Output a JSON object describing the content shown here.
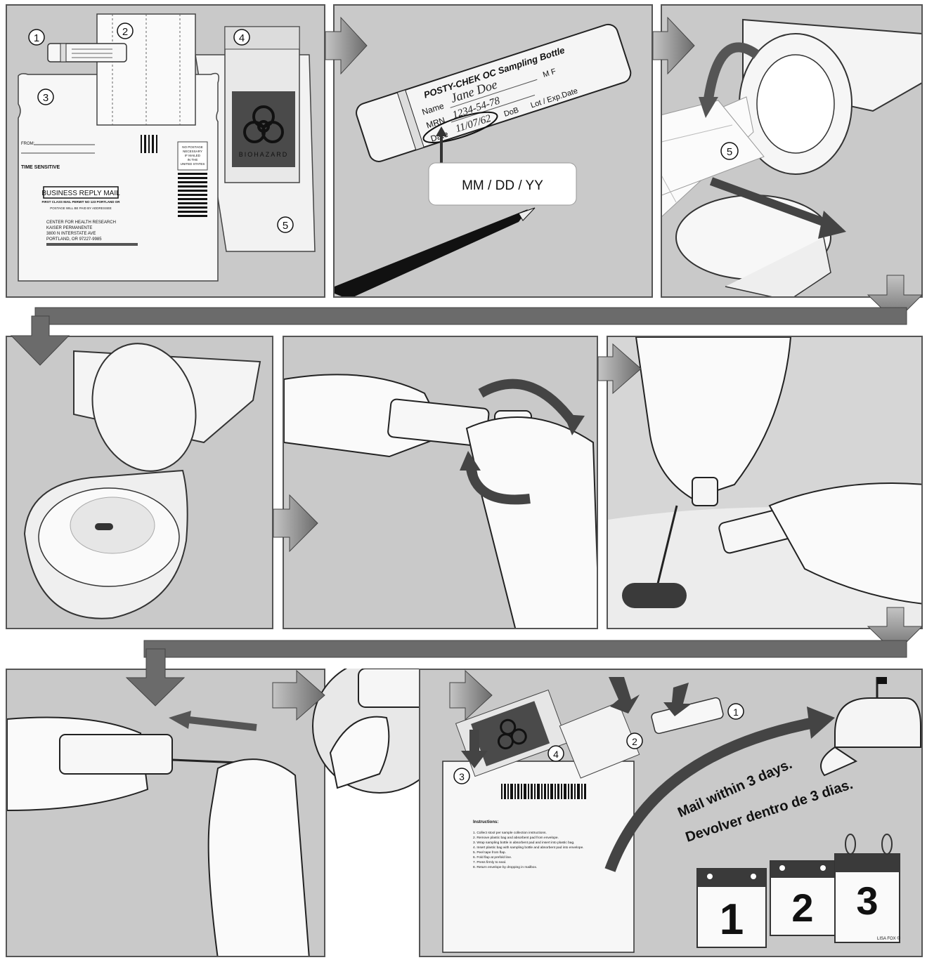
{
  "panel1": {
    "item_numbers": [
      "1",
      "2",
      "3",
      "4",
      "5"
    ],
    "envelope": {
      "from_label": "FROM:",
      "time_sensitive": "TIME SENSITIVE",
      "business_reply": "BUSINESS REPLY MAIL",
      "permit_line": "FIRST CLASS MAIL   PERMIT NO 123   PORTLAND OR",
      "postage_line": "POSTAGE WILL BE PAID BY ADDRESSEE",
      "address_lines": [
        "CENTER FOR HEALTH RESEARCH",
        "KAISER PERMANENTE",
        "3800 N INTERSTATE AVE",
        "PORTLAND, OR 97227-9985"
      ],
      "no_postage": [
        "NO POSTAGE",
        "NECESSARY",
        "IF MAILED",
        "IN THE",
        "UNITED STATES"
      ]
    },
    "bag_label": "BIOHAZARD"
  },
  "panel2": {
    "bottle_title": "POSTY-CHEK OC Sampling Bottle",
    "field_name_label": "Name",
    "field_name_value": "Jane Doe",
    "field_mrn_label": "MRN",
    "field_mrn_value": "1234-54-78",
    "field_sex": "M  F",
    "field_date_label": "Date",
    "field_date_value": "11/07/62",
    "field_dob": "DoB",
    "field_lot": "Lot / Exp.Date",
    "date_format": "MM / DD / YY"
  },
  "panel3": {
    "pad_number": "5"
  },
  "panel9": {
    "item_numbers": [
      "1",
      "2",
      "3",
      "4"
    ],
    "envelope_heading": "Instructions:",
    "instructions": [
      "1. Collect stool per sample collection instructions.",
      "2. Remove plastic bag and absorbent pad from envelope.",
      "3. Wrap sampling bottle in absorbent pad and insert into plastic bag.",
      "4. Insert plastic bag with sampling bottle and absorbent pad into envelope.",
      "5. Peel tape from flap.",
      "6. Fold flap at prefold line.",
      "7. Press firmly to seal.",
      "8. Return envelope by dropping in mailbox."
    ],
    "mail_text_en": "Mail within 3 days.",
    "mail_text_es": "Devolver dentro de 3 dias.",
    "calendar_days": [
      "1",
      "2",
      "3"
    ],
    "artist_credit": "LISA FOX ©"
  },
  "colors": {
    "panel_bg": "#c9c9c9",
    "arrow": "#6b6b6b",
    "ink": "#111111",
    "mark": "#3a3a3a"
  }
}
